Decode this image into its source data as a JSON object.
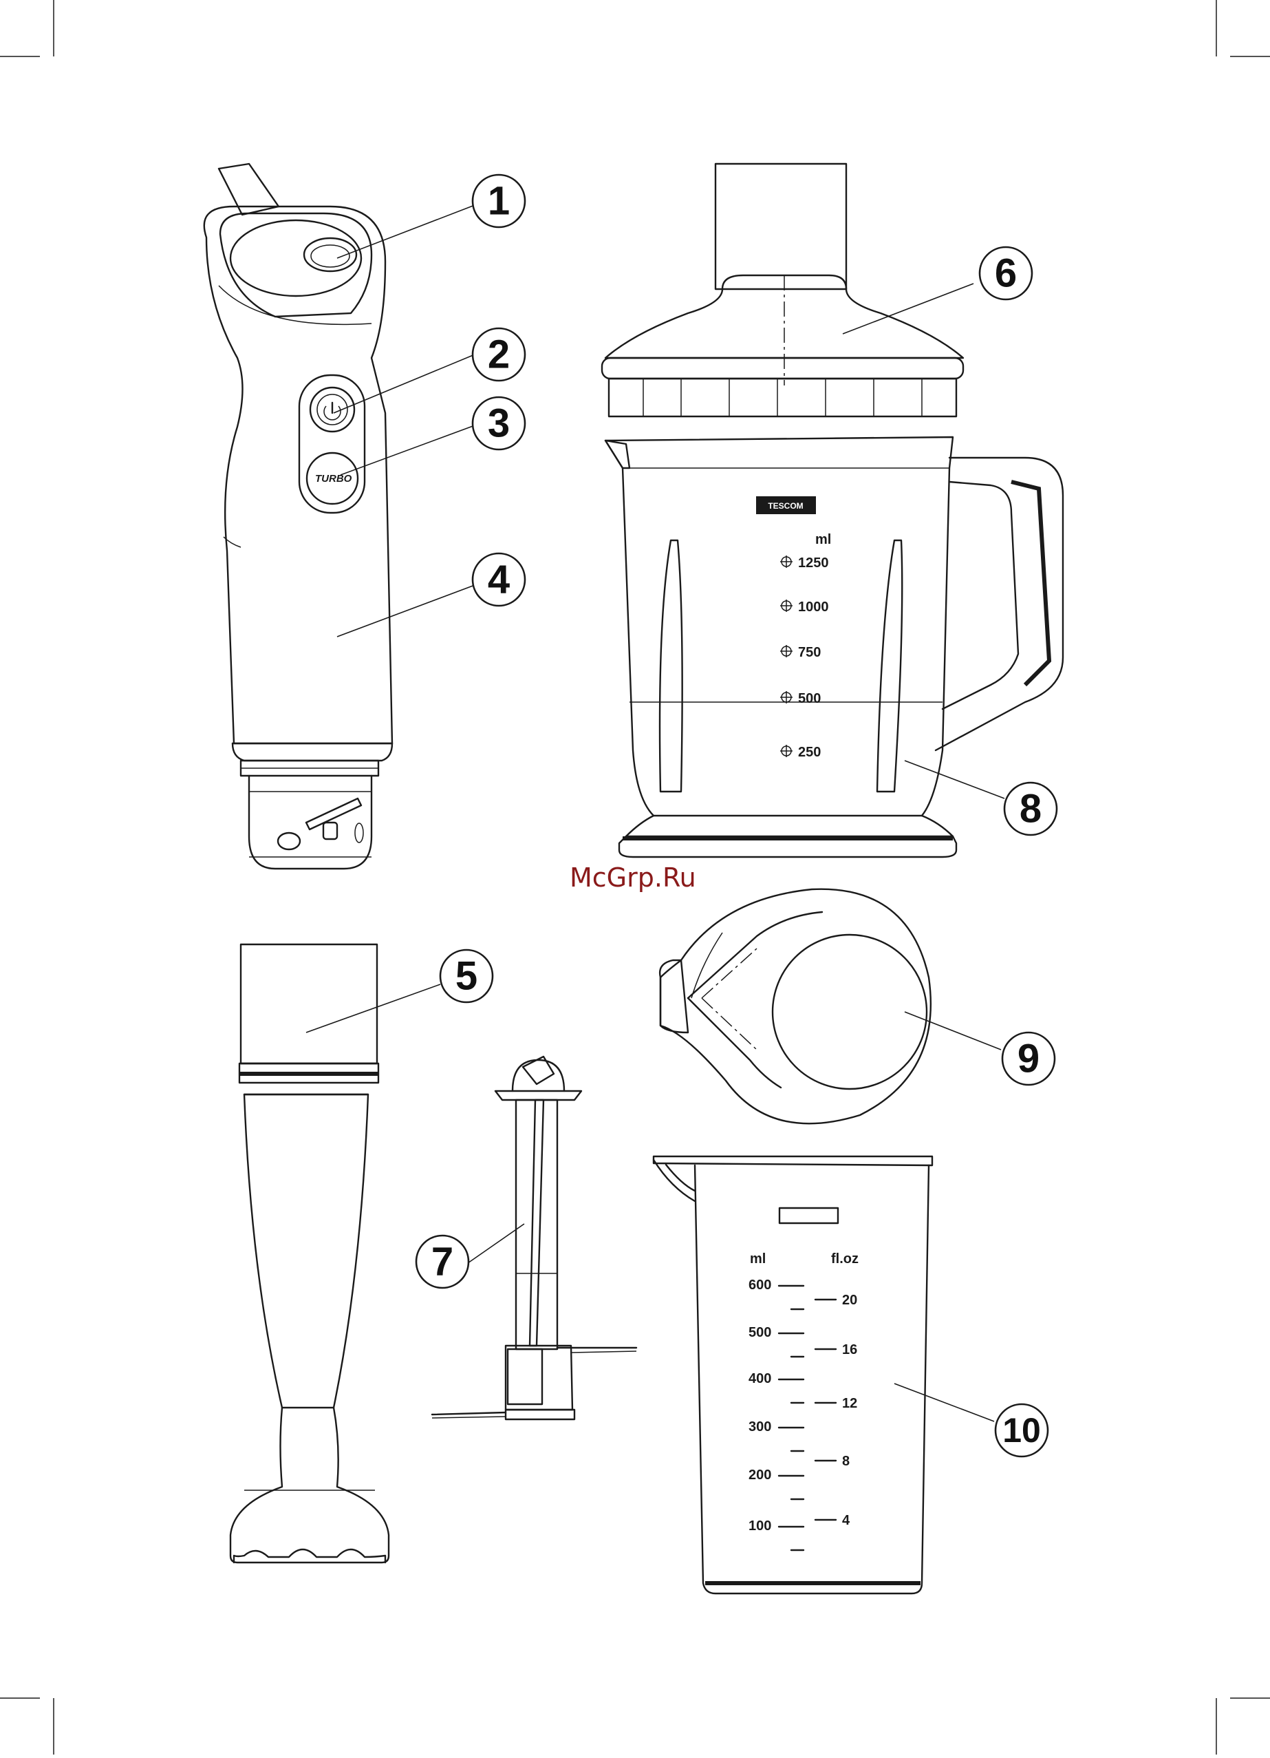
{
  "watermark": "McGrp.Ru",
  "callouts": [
    "1",
    "2",
    "3",
    "4",
    "5",
    "6",
    "7",
    "8",
    "9",
    "10"
  ],
  "handle": {
    "turbo_label": "TURBO"
  },
  "blender_jug": {
    "brand": "TESCOM",
    "unit": "ml",
    "marks": [
      "1250",
      "1000",
      "750",
      "500",
      "250"
    ]
  },
  "beaker": {
    "unit_ml": "ml",
    "unit_floz": "fl.oz",
    "ml_marks": [
      "600",
      "500",
      "400",
      "300",
      "200",
      "100"
    ],
    "floz_marks": [
      "20",
      "16",
      "12",
      "8",
      "4"
    ]
  }
}
